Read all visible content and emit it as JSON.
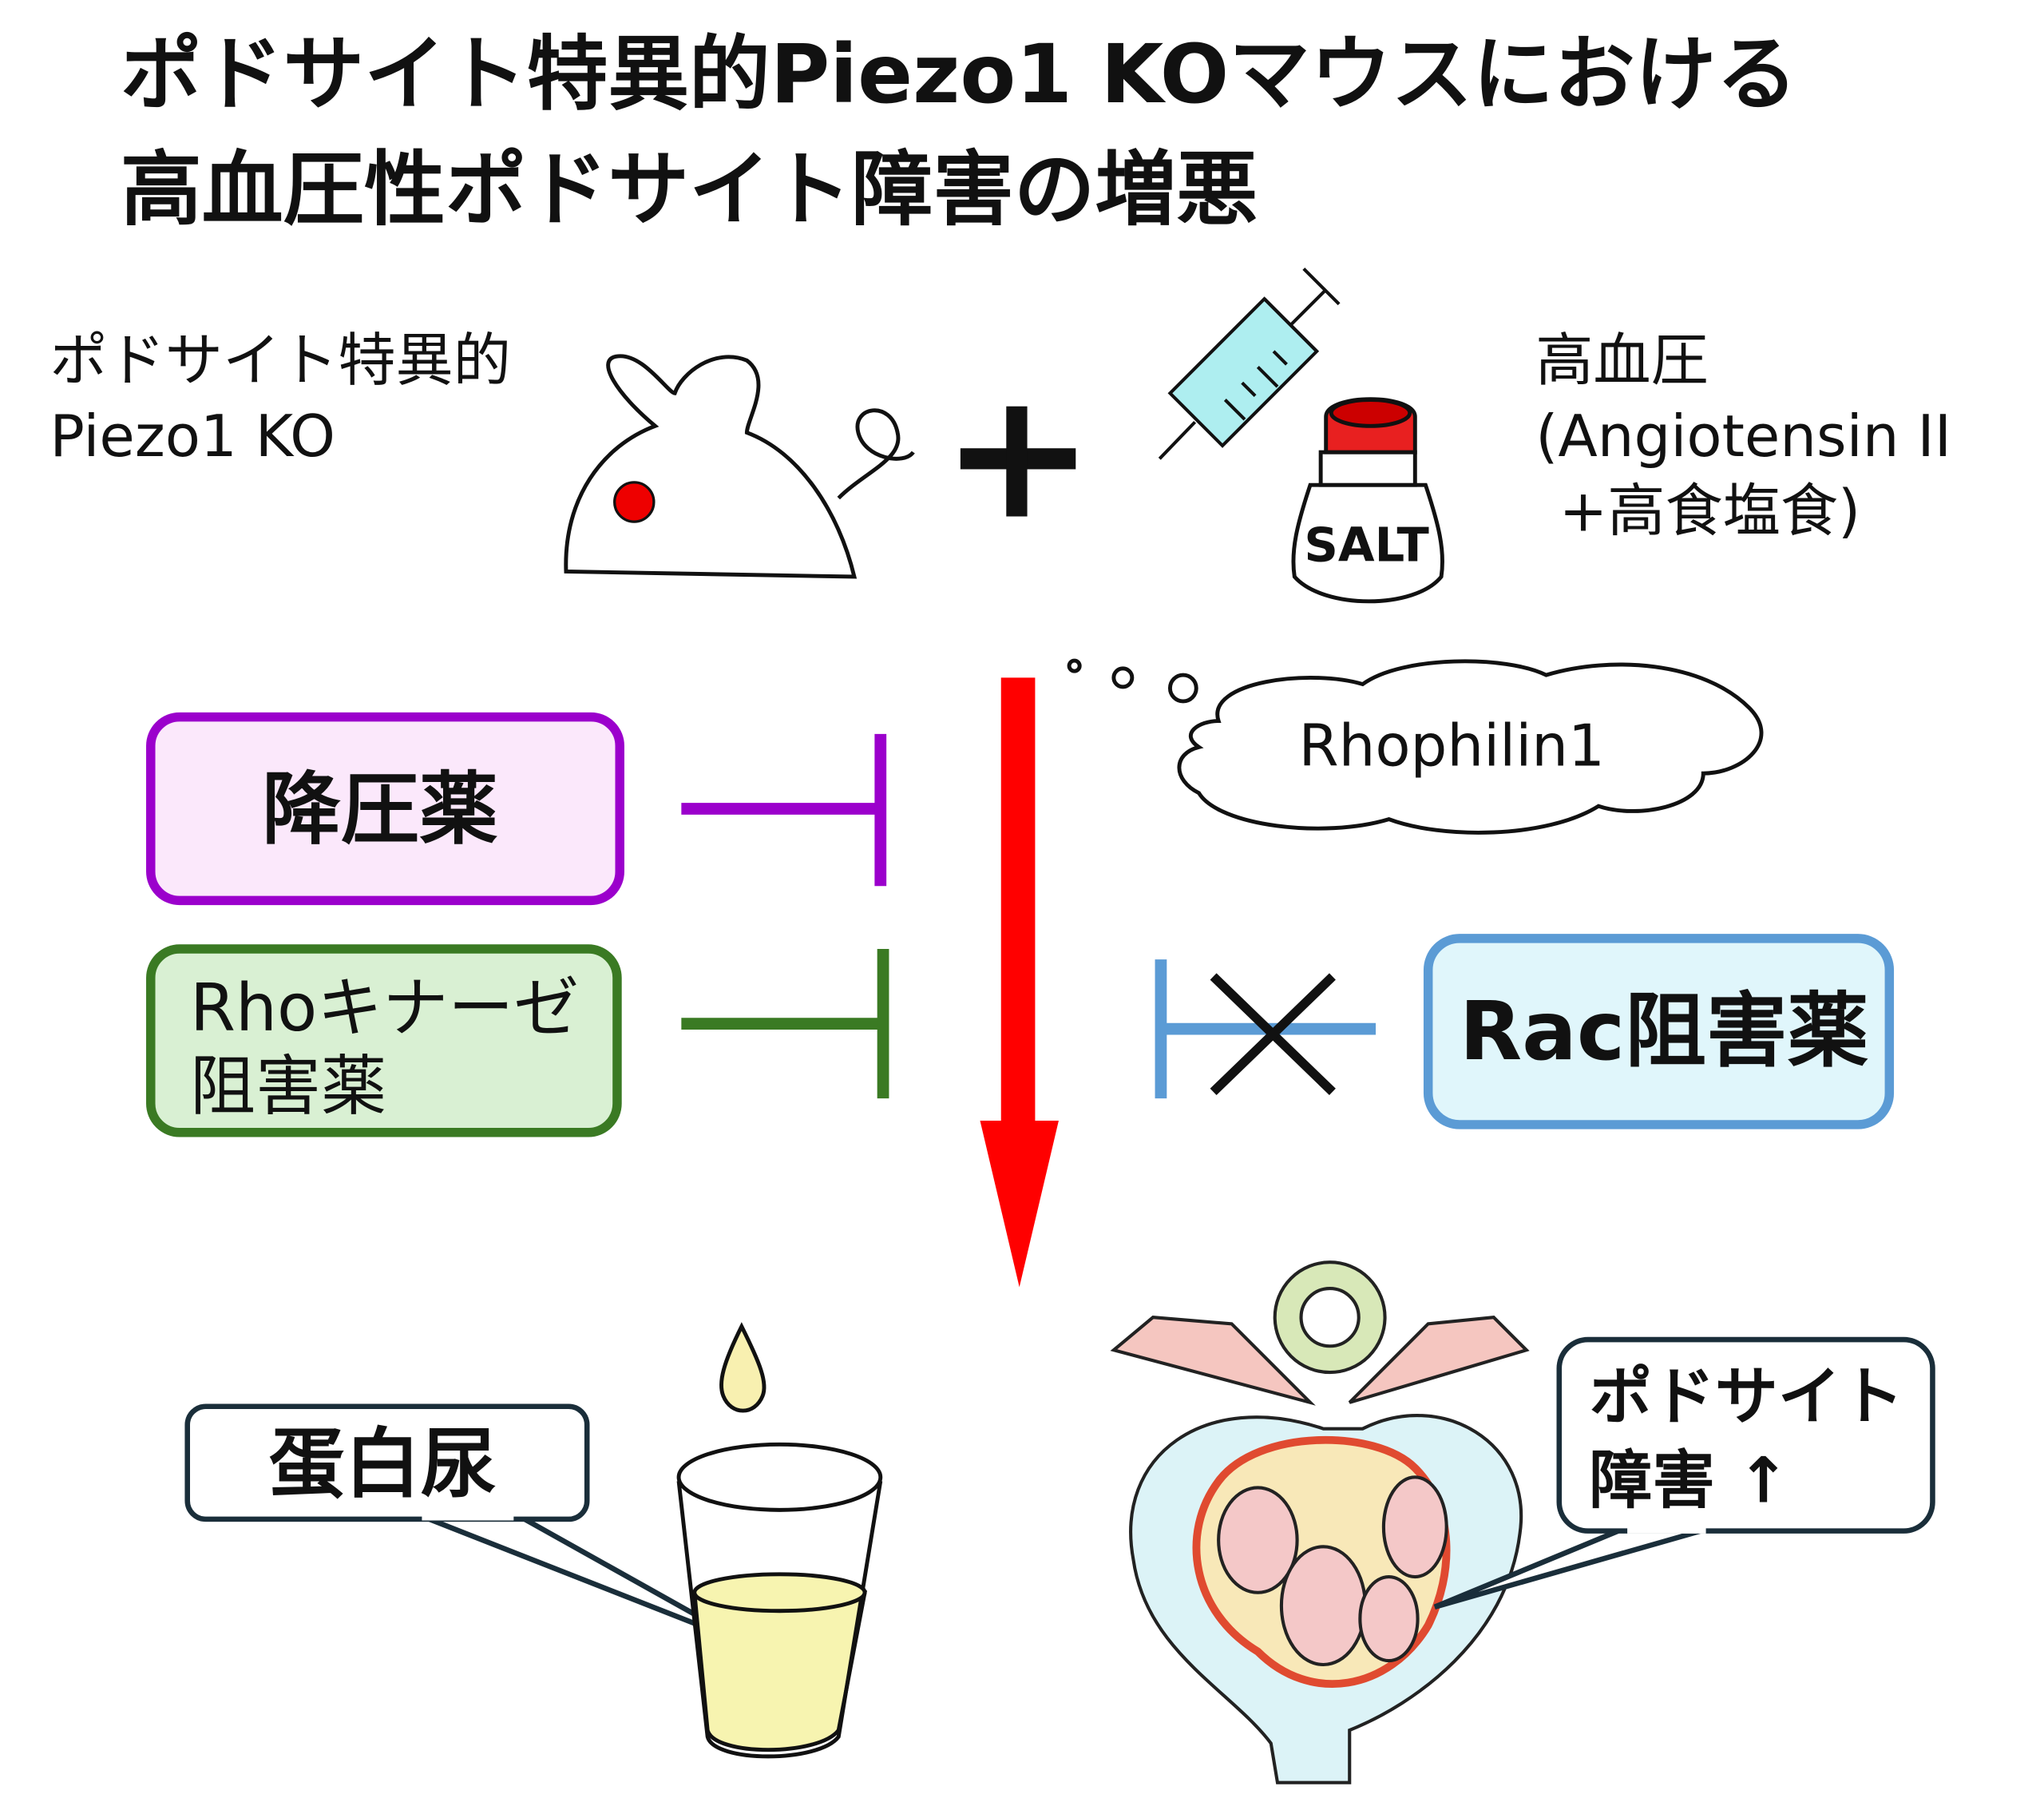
{
  "title": {
    "line1": "ポドサイト特異的Piezo1 KOマウスにおける",
    "line2": "高血圧性ポドサイト障害の増悪"
  },
  "left_label": {
    "line1": "ポドサイト特異的",
    "line2": "Piezo1 KO"
  },
  "plus": "+",
  "salt_label": "SALT",
  "right_label": {
    "line1": "高血圧",
    "line2": "(Angiotensin II",
    "line3": "+高食塩食)"
  },
  "thought": "Rhophilin1",
  "boxes": {
    "antihypertensive": "降圧薬",
    "rock_line1": "Rhoキナーゼ",
    "rock_line2": "阻害薬",
    "rac": "Rac阻害薬"
  },
  "callouts": {
    "proteinuria": "蛋白尿",
    "podocyte_line1": "ポドサイト",
    "podocyte_line2": "障害 ↑"
  },
  "colors": {
    "arrow": "#ff0000",
    "purple": "#9b00cc",
    "green": "#3a7a23",
    "blue": "#5b9bd5"
  }
}
